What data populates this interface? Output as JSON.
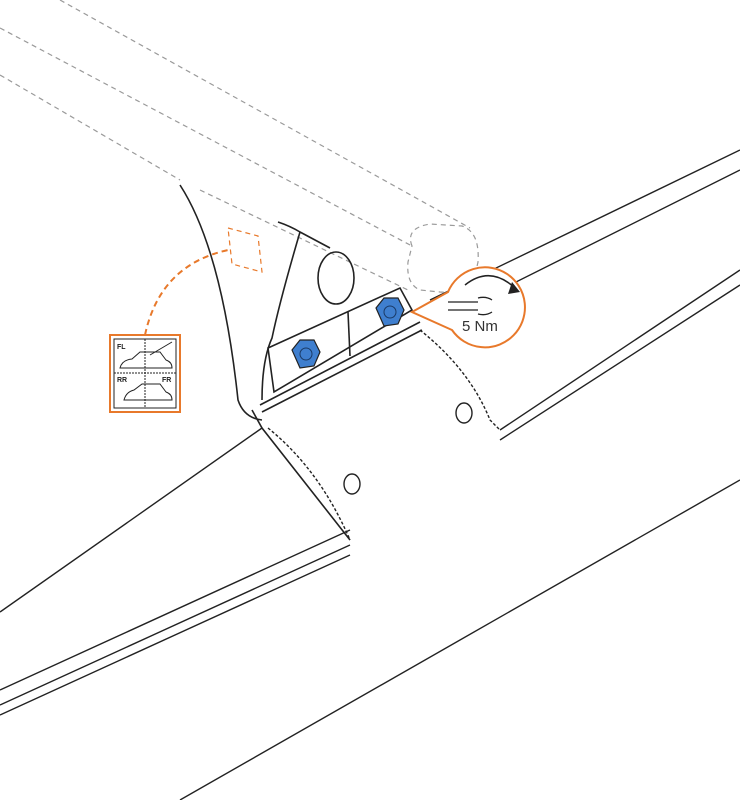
{
  "colors": {
    "accent": "#e8792b",
    "nut": "#3f7fcf",
    "line": "#222222",
    "dashed": "#9a9a9a"
  },
  "torque_callout": {
    "value": "5 Nm",
    "icon": "wrench-tighten-icon"
  },
  "position_sticker": {
    "labels": {
      "front_left": "FL",
      "rear_right": "RR",
      "front_right": "FR"
    },
    "icon": "car-position-icon"
  }
}
